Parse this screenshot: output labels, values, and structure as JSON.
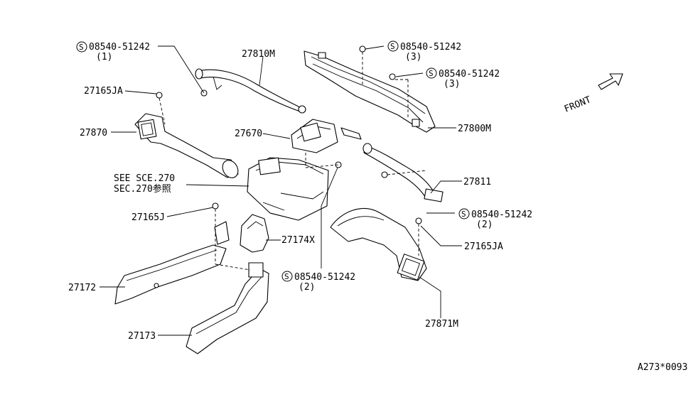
{
  "labels": {
    "screw_1": "08540-51242",
    "screw_1_qty": "(1)",
    "screw_3a": "08540-51242",
    "screw_3a_qty": "(3)",
    "screw_3b": "08540-51242",
    "screw_3b_qty": "(3)",
    "screw_2a": "08540-51242",
    "screw_2a_qty": "(2)",
    "screw_2b": "08540-51242",
    "screw_2b_qty": "(2)",
    "p27810M": "27810M",
    "p27800M": "27800M",
    "p27165JA_top": "27165JA",
    "p27870": "27870",
    "p27670": "27670",
    "see_sce": "SEE SCE.270",
    "sec_ref": "SEC.270参照",
    "p27811": "27811",
    "p27165J": "27165J",
    "p27174X": "27174X",
    "p27165JA_right": "27165JA",
    "p27172": "27172",
    "p27173": "27173",
    "p27871M": "27871M",
    "front": "FRONT",
    "drawing_code": "A273*0093",
    "s_symbol": "S"
  }
}
